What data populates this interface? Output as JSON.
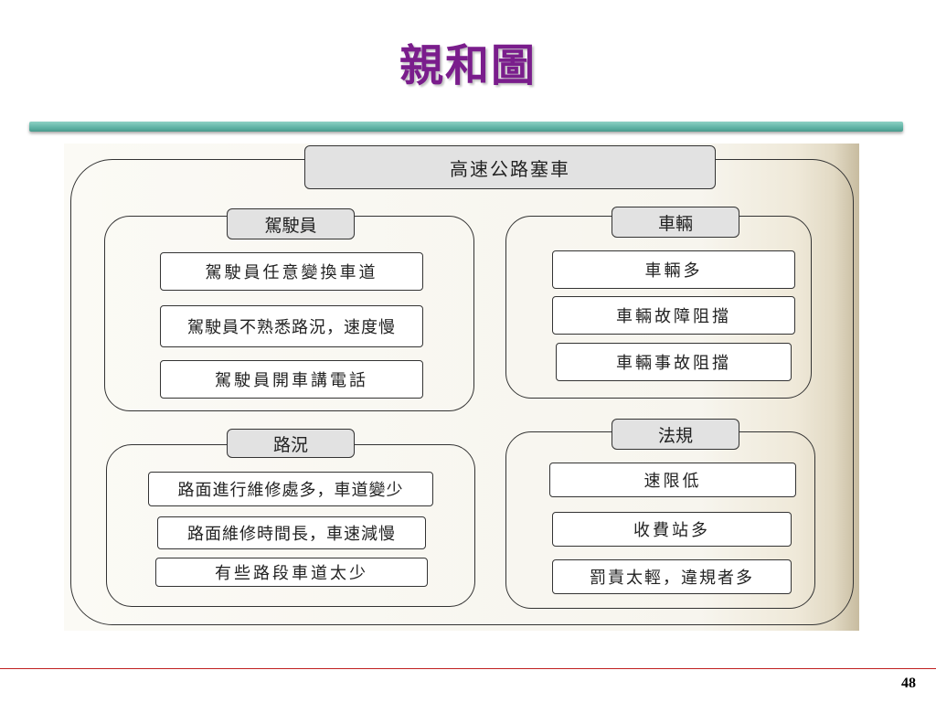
{
  "slide": {
    "title": "親和圖",
    "page_number": "48"
  },
  "diagram": {
    "root": "高速公路塞車",
    "groups": [
      {
        "name": "driver",
        "header": "駕駛員",
        "items": [
          "駕駛員任意變換車道",
          "駕駛員不熟悉路況，速度慢",
          "駕駛員開車講電話"
        ]
      },
      {
        "name": "vehicle",
        "header": "車輛",
        "items": [
          "車輛多",
          "車輛故障阻擋",
          "車輛事故阻擋"
        ]
      },
      {
        "name": "road",
        "header": "路況",
        "items": [
          "路面進行維修處多，車道變少",
          "路面維修時間長，車速減慢",
          "有些路段車道太少"
        ]
      },
      {
        "name": "regulation",
        "header": "法規",
        "items": [
          "速限低",
          "收費站多",
          "罰責太輕，違規者多"
        ]
      }
    ]
  },
  "colors": {
    "title": "#7a1d8c",
    "rule": "#5fb3a5",
    "header_fill": "#e2e2e2"
  }
}
